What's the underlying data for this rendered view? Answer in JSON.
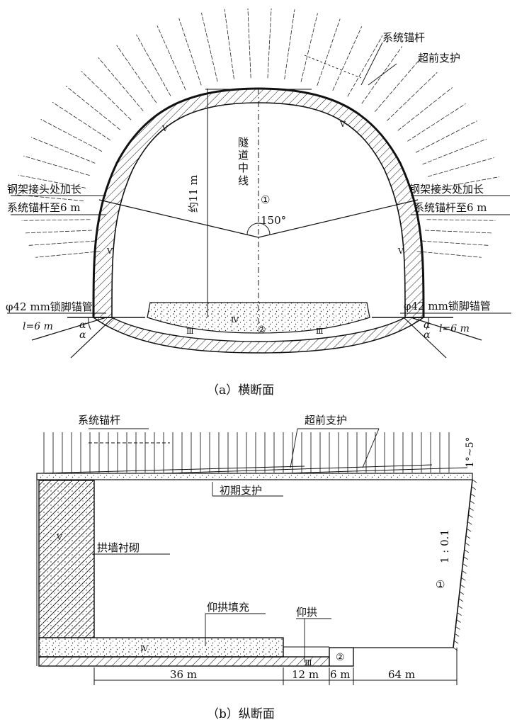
{
  "cross_section": {
    "caption": "（a）横断面",
    "label_system_bolt": "系统锚杆",
    "label_advance_support": "超前支护",
    "label_center_line_chars": [
      "隧",
      "道",
      "中",
      "线"
    ],
    "label_height": "约11 m",
    "label_angle": "150°",
    "label_steel_joint_1": "钢架接头处加长",
    "label_steel_joint_2": "系统锚杆至6 m",
    "label_lock_pipe": "φ42 mm锁脚锚管",
    "label_l6": "l=6  m",
    "label_alpha": "α",
    "step_marks": [
      "①",
      "②",
      "Ⅲ",
      "Ⅳ",
      "Ⅴ"
    ]
  },
  "long_section": {
    "caption": "（b）纵断面",
    "label_system_bolt": "系统锚杆",
    "label_advance_support": "超前支护",
    "label_angle": "1°~5°",
    "label_primary_support": "初期支护",
    "label_lining": "拱墙衬砌",
    "label_slope": "1 : 0.1",
    "label_invert_fill": "仰拱填充",
    "label_invert": "仰拱",
    "step_marks": [
      "①",
      "②",
      "Ⅲ",
      "Ⅳ",
      "Ⅴ"
    ],
    "dimensions": [
      "36  m",
      "12  m",
      "6  m",
      "64  m"
    ]
  }
}
